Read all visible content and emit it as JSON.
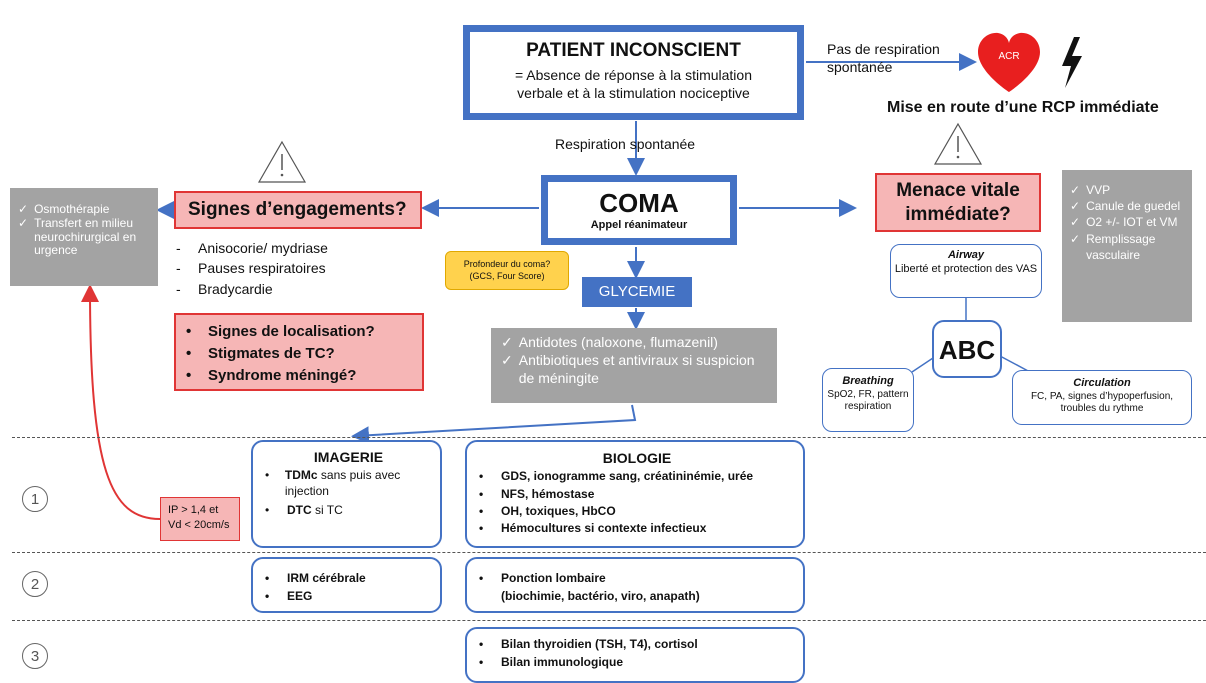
{
  "patient": {
    "title": "PATIENT INCONSCIENT",
    "subtitle_line1": "= Absence de réponse à la stimulation",
    "subtitle_line2": "verbale et à la stimulation nociceptive"
  },
  "no_breathing_label_line1": "Pas de respiration",
  "no_breathing_label_line2": "spontanée",
  "acr_label": "ACR",
  "rcp_label": "Mise en route d’une RCP immédiate",
  "spontaneous_breathing_label": "Respiration spontanée",
  "coma": {
    "title": "COMA",
    "subtitle": "Appel réanimateur"
  },
  "engagement": {
    "title": "Signes d’engagements?",
    "signs": [
      "Anisocorie/ mydriase",
      "Pauses respiratoires",
      "Bradycardie"
    ]
  },
  "osmo_box": {
    "items": [
      "Osmothérapie",
      "Transfert en milieu neurochirurgical en urgence"
    ]
  },
  "localisation_box": {
    "items": [
      "Signes de localisation?",
      "Stigmates de TC?",
      "Syndrome méningé?"
    ]
  },
  "depth_box": {
    "line1": "Profondeur du coma?",
    "line2": "(GCS, Four Score)"
  },
  "glycemie_label": "GLYCEMIE",
  "antidotes_box": {
    "items": [
      "Antidotes (naloxone, flumazenil)",
      "Antibiotiques et antiviraux si suspicion de méningite"
    ]
  },
  "menace": {
    "line1": "Menace vitale",
    "line2": "immédiate?"
  },
  "vvp_box": {
    "items": [
      "VVP",
      "Canule de guedel",
      "O2 +/- IOT et VM",
      "Remplissage vasculaire"
    ]
  },
  "airway": {
    "title": "Airway",
    "text": "Liberté et protection des VAS"
  },
  "abc_label": "ABC",
  "breathing": {
    "title": "Breathing",
    "text": "SpO2, FR, pattern respiration"
  },
  "circulation": {
    "title": "Circulation",
    "text": "FC, PA, signes d’hypoperfusion, troubles du rythme"
  },
  "ip_box": {
    "line1": "IP > 1,4 et",
    "line2": "Vd < 20cm/s"
  },
  "steps": [
    "1",
    "2",
    "3"
  ],
  "imagerie": {
    "title": "IMAGERIE",
    "items": [
      {
        "bold": "TDMc",
        "rest": " sans puis avec injection"
      },
      {
        "bold": "DTC",
        "rest": " si TC"
      }
    ]
  },
  "biologie": {
    "title": "BIOLOGIE",
    "items": [
      "GDS, ionogramme sang, créatininémie, urée",
      "NFS, hémostase",
      "OH, toxiques, HbCO",
      "Hémocultures si contexte infectieux"
    ]
  },
  "step2_imagerie": {
    "items": [
      "IRM cérébrale",
      "EEG"
    ]
  },
  "step2_biologie": {
    "line1": "Ponction lombaire",
    "line2": "(biochimie, bactério, viro, anapath)"
  },
  "step3_biologie": {
    "items": [
      "Bilan thyroidien (TSH, T4), cortisol",
      "Bilan immunologique"
    ]
  },
  "colors": {
    "blue": "#4472c4",
    "red": "#e03535",
    "pink": "#f6b6b6",
    "gray": "#a3a3a3",
    "yellow": "#ffd24d"
  }
}
